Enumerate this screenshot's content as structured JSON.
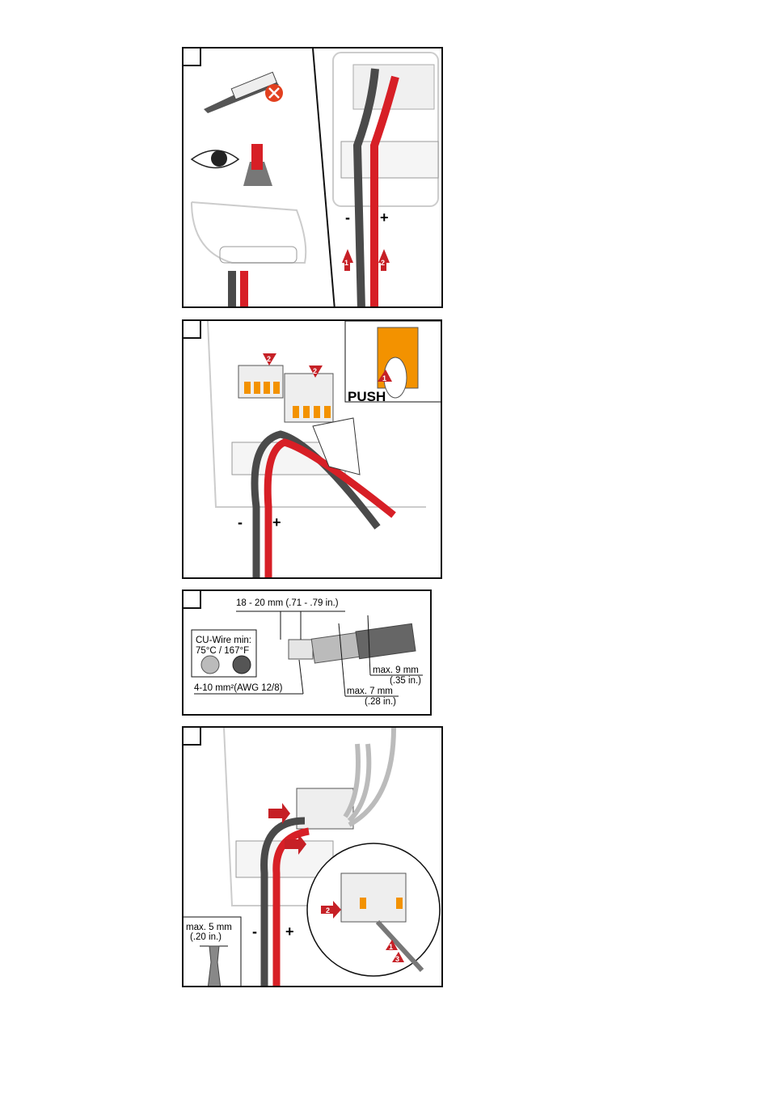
{
  "colors": {
    "red": "#d71f26",
    "dark": "#4a4a4a",
    "orange": "#f39200",
    "gray": "#bdbdbd"
  },
  "panel1": {
    "minus": "-",
    "plus": "+",
    "arrow1": "1",
    "arrow2": "2"
  },
  "panel2": {
    "push": "PUSH",
    "arrow_push": "1",
    "arrow_a": "2",
    "arrow_b": "2",
    "minus": "-",
    "plus": "+"
  },
  "panel3": {
    "strip_length": "18 - 20 mm (.71 - .79 in.)",
    "cu_wire_line1": "CU-Wire min:",
    "cu_wire_line2": "75°C / 167°F",
    "cross_section": "4-10 mm²(AWG 12/8)",
    "max9": "max. 9 mm",
    "max9_in": "(.35 in.)",
    "max7": "max. 7 mm",
    "max7_in": "(.28 in.)"
  },
  "panel4": {
    "screwdriver_max": "max. 5 mm",
    "screwdriver_in": "(.20 in.)",
    "minus": "-",
    "plus": "+",
    "arrow2": "2",
    "arrow1": "1",
    "arrow3": "3"
  }
}
